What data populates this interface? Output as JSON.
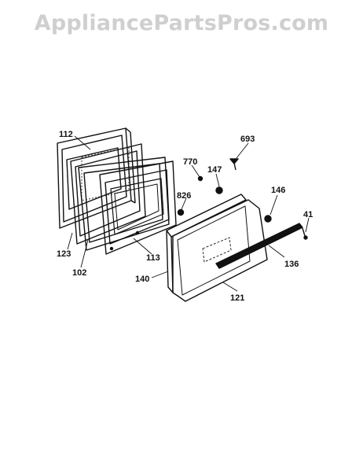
{
  "watermark": {
    "text": "AppliancePartsPros.com"
  },
  "callouts": {
    "c112": "112",
    "c123": "123",
    "c102": "102",
    "c113": "113",
    "c826": "826",
    "c770": "770",
    "c147": "147",
    "c693": "693",
    "c146": "146",
    "c41": "41",
    "c136": "136",
    "c140": "140",
    "c121": "121"
  }
}
